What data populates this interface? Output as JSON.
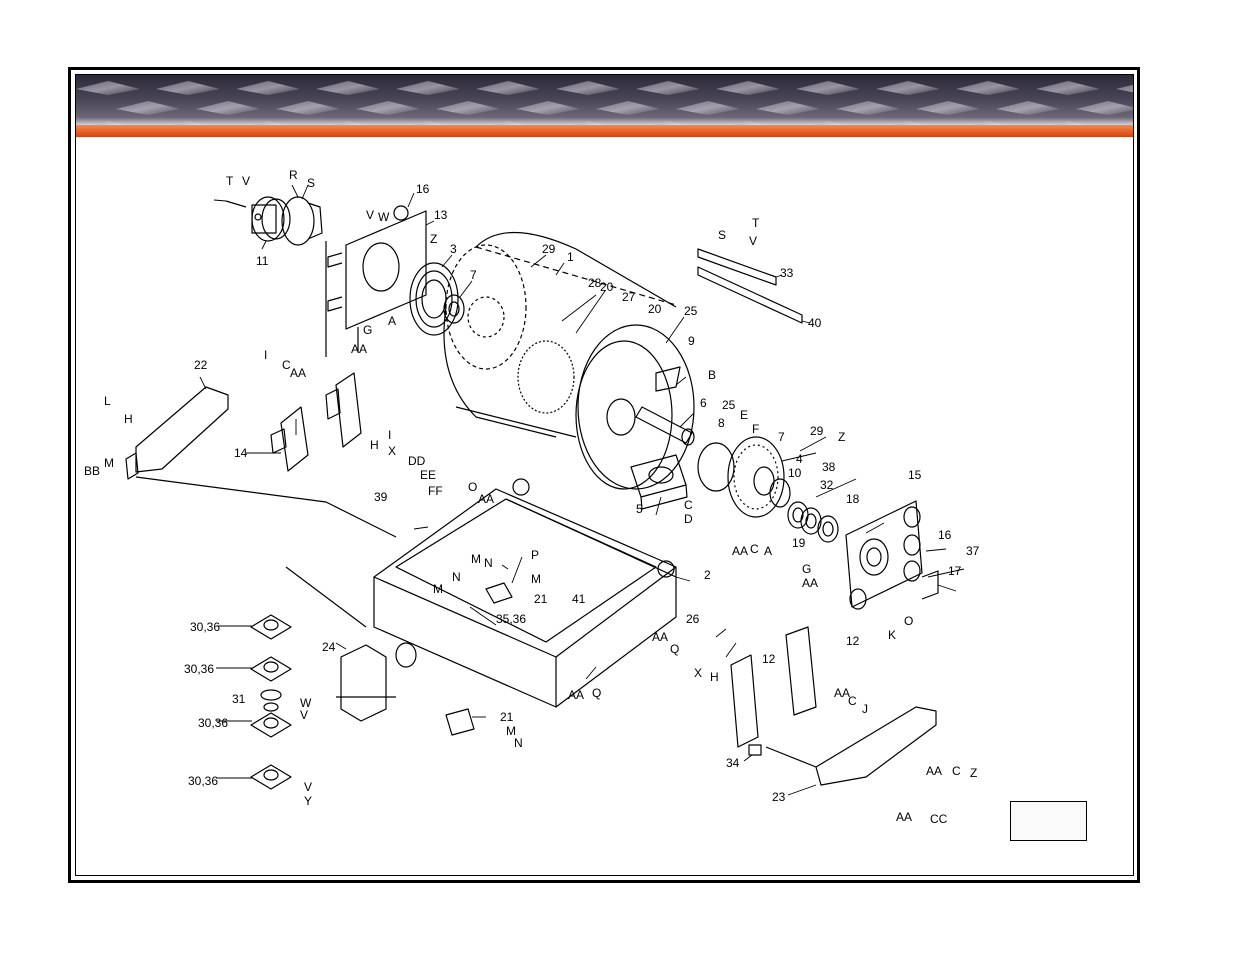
{
  "banner": {
    "base_color": "#3a3648",
    "stripe_color": "#e8531c",
    "stripe_light": "#f48a4a",
    "pattern": "diamond-plate"
  },
  "diagram": {
    "type": "exploded-parts-view",
    "callouts": [
      {
        "id": "c-T-1",
        "label": "T"
      },
      {
        "id": "c-V-1",
        "label": "V"
      },
      {
        "id": "c-R",
        "label": "R"
      },
      {
        "id": "c-S-1",
        "label": "S"
      },
      {
        "id": "c-11",
        "label": "11"
      },
      {
        "id": "c-16-1",
        "label": "16"
      },
      {
        "id": "c-13",
        "label": "13"
      },
      {
        "id": "c-V-2",
        "label": "V"
      },
      {
        "id": "c-W",
        "label": "W"
      },
      {
        "id": "c-Z-1",
        "label": "Z"
      },
      {
        "id": "c-3",
        "label": "3"
      },
      {
        "id": "c-7-1",
        "label": "7"
      },
      {
        "id": "c-29-1",
        "label": "29"
      },
      {
        "id": "c-1",
        "label": "1"
      },
      {
        "id": "c-A-1",
        "label": "A"
      },
      {
        "id": "c-G-1",
        "label": "G"
      },
      {
        "id": "c-AA-1",
        "label": "AA"
      },
      {
        "id": "c-28",
        "label": "28"
      },
      {
        "id": "c-20-1",
        "label": "20"
      },
      {
        "id": "c-27",
        "label": "27"
      },
      {
        "id": "c-20-2",
        "label": "20"
      },
      {
        "id": "c-25-1",
        "label": "25"
      },
      {
        "id": "c-T-2",
        "label": "T"
      },
      {
        "id": "c-S-2",
        "label": "S"
      },
      {
        "id": "c-V-3",
        "label": "V"
      },
      {
        "id": "c-33",
        "label": "33"
      },
      {
        "id": "c-40",
        "label": "40"
      },
      {
        "id": "c-9",
        "label": "9"
      },
      {
        "id": "c-B",
        "label": "B"
      },
      {
        "id": "c-6",
        "label": "6"
      },
      {
        "id": "c-25-2",
        "label": "25"
      },
      {
        "id": "c-8",
        "label": "8"
      },
      {
        "id": "c-E",
        "label": "E"
      },
      {
        "id": "c-F",
        "label": "F"
      },
      {
        "id": "c-7-2",
        "label": "7"
      },
      {
        "id": "c-29-2",
        "label": "29"
      },
      {
        "id": "c-Z-2",
        "label": "Z"
      },
      {
        "id": "c-4",
        "label": "4"
      },
      {
        "id": "c-10",
        "label": "10"
      },
      {
        "id": "c-38",
        "label": "38"
      },
      {
        "id": "c-32",
        "label": "32"
      },
      {
        "id": "c-18",
        "label": "18"
      },
      {
        "id": "c-19",
        "label": "19"
      },
      {
        "id": "c-15",
        "label": "15"
      },
      {
        "id": "c-16-2",
        "label": "16"
      },
      {
        "id": "c-37",
        "label": "37"
      },
      {
        "id": "c-17",
        "label": "17"
      },
      {
        "id": "c-5",
        "label": "5"
      },
      {
        "id": "c-C-1",
        "label": "C"
      },
      {
        "id": "c-D",
        "label": "D"
      },
      {
        "id": "c-AA-2",
        "label": "AA"
      },
      {
        "id": "c-C-2",
        "label": "C"
      },
      {
        "id": "c-A-2",
        "label": "A"
      },
      {
        "id": "c-G-2",
        "label": "G"
      },
      {
        "id": "c-AA-3",
        "label": "AA"
      },
      {
        "id": "c-K",
        "label": "K"
      },
      {
        "id": "c-O-1",
        "label": "O"
      },
      {
        "id": "c-22",
        "label": "22"
      },
      {
        "id": "c-I-1",
        "label": "I"
      },
      {
        "id": "c-C-3",
        "label": "C"
      },
      {
        "id": "c-AA-4",
        "label": "AA"
      },
      {
        "id": "c-L",
        "label": "L"
      },
      {
        "id": "c-H-1",
        "label": "H"
      },
      {
        "id": "c-M-1",
        "label": "M"
      },
      {
        "id": "c-BB",
        "label": "BB"
      },
      {
        "id": "c-14",
        "label": "14"
      },
      {
        "id": "c-H-2",
        "label": "H"
      },
      {
        "id": "c-I-2",
        "label": "I"
      },
      {
        "id": "c-X-1",
        "label": "X"
      },
      {
        "id": "c-DD",
        "label": "DD"
      },
      {
        "id": "c-EE",
        "label": "EE"
      },
      {
        "id": "c-FF",
        "label": "FF"
      },
      {
        "id": "c-39",
        "label": "39"
      },
      {
        "id": "c-O-2",
        "label": "O"
      },
      {
        "id": "c-AA-5",
        "label": "AA"
      },
      {
        "id": "c-P",
        "label": "P"
      },
      {
        "id": "c-M-2",
        "label": "M"
      },
      {
        "id": "c-N-1",
        "label": "N"
      },
      {
        "id": "c-M-3",
        "label": "M"
      },
      {
        "id": "c-N-2",
        "label": "N"
      },
      {
        "id": "c-M-4",
        "label": "M"
      },
      {
        "id": "c-2",
        "label": "2"
      },
      {
        "id": "c-21-1",
        "label": "21"
      },
      {
        "id": "c-41",
        "label": "41"
      },
      {
        "id": "c-35-36",
        "label": "35,36"
      },
      {
        "id": "c-26",
        "label": "26"
      },
      {
        "id": "c-AA-6",
        "label": "AA"
      },
      {
        "id": "c-Q-1",
        "label": "Q"
      },
      {
        "id": "c-AA-7",
        "label": "AA"
      },
      {
        "id": "c-Q-2",
        "label": "Q"
      },
      {
        "id": "c-X-2",
        "label": "X"
      },
      {
        "id": "c-H-3",
        "label": "H"
      },
      {
        "id": "c-12-1",
        "label": "12"
      },
      {
        "id": "c-12-2",
        "label": "12"
      },
      {
        "id": "c-AA-8",
        "label": "AA"
      },
      {
        "id": "c-C-4",
        "label": "C"
      },
      {
        "id": "c-J",
        "label": "J"
      },
      {
        "id": "c-30-36-1",
        "label": "30,36"
      },
      {
        "id": "c-30-36-2",
        "label": "30,36"
      },
      {
        "id": "c-31",
        "label": "31"
      },
      {
        "id": "c-W-2",
        "label": "W"
      },
      {
        "id": "c-V-4",
        "label": "V"
      },
      {
        "id": "c-30-36-3",
        "label": "30,36"
      },
      {
        "id": "c-30-36-4",
        "label": "30,36"
      },
      {
        "id": "c-V-5",
        "label": "V"
      },
      {
        "id": "c-Y",
        "label": "Y"
      },
      {
        "id": "c-24",
        "label": "24"
      },
      {
        "id": "c-21-2",
        "label": "21"
      },
      {
        "id": "c-M-5",
        "label": "M"
      },
      {
        "id": "c-N-3",
        "label": "N"
      },
      {
        "id": "c-34",
        "label": "34"
      },
      {
        "id": "c-23",
        "label": "23"
      },
      {
        "id": "c-AA-9",
        "label": "AA"
      },
      {
        "id": "c-C-5",
        "label": "C"
      },
      {
        "id": "c-Z-3",
        "label": "Z"
      },
      {
        "id": "c-AA-10",
        "label": "AA"
      },
      {
        "id": "c-CC",
        "label": "CC"
      }
    ]
  },
  "page_box": {
    "text": ""
  }
}
